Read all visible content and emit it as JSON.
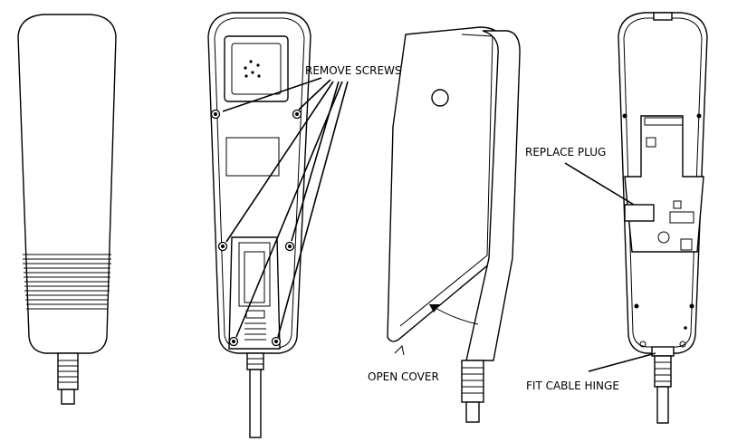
{
  "labels": {
    "remove_screws": "REMOVE SCREWS",
    "replace_plug": "REPLACE PLUG",
    "open_cover": "OPEN COVER",
    "fit_cable_hinge": "FIT CABLE HINGE"
  }
}
